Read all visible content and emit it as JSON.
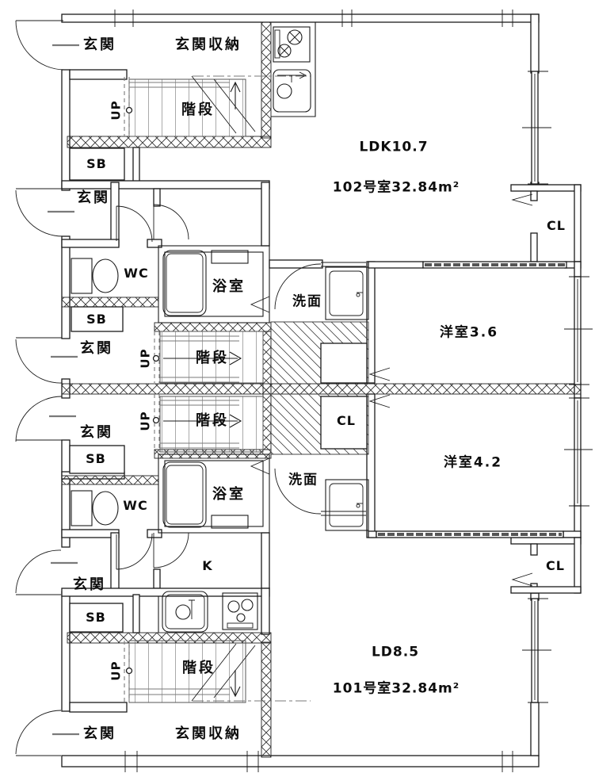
{
  "texts": {
    "genkan": "玄関",
    "genkan_storage": "玄関収納",
    "stairs": "階段",
    "up": "UP",
    "shoe_box": "SB",
    "wc": "WC",
    "bathroom": "浴室",
    "washroom": "洗面",
    "closet": "CL",
    "kitchen": "K",
    "western_room_36": "洋室3.6",
    "western_room_42": "洋室4.2"
  },
  "units": {
    "u102": {
      "ldk": "LDK10.7",
      "name": "102号室32.84m²"
    },
    "u101": {
      "ld": "LD8.5",
      "name": "101号室32.84m²"
    }
  }
}
